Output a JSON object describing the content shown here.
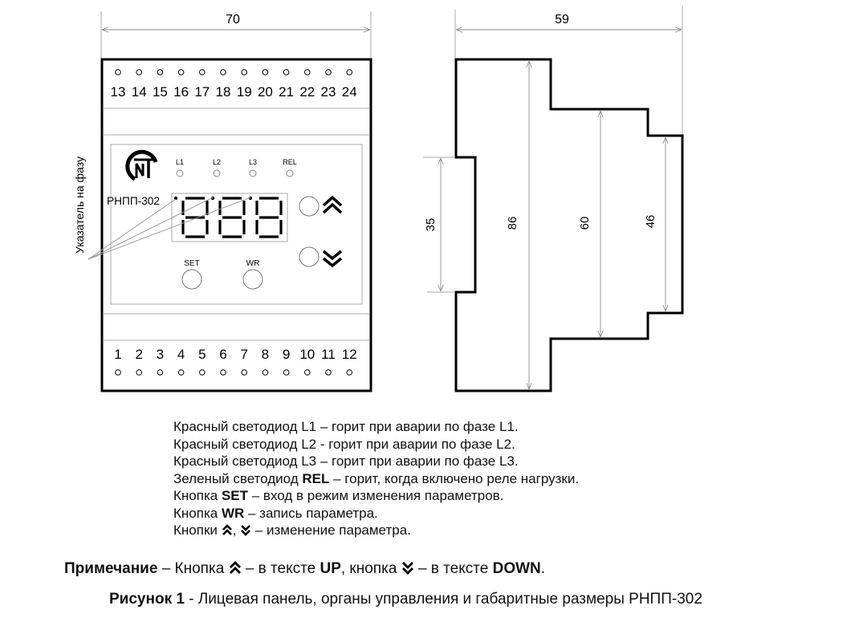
{
  "front_view": {
    "width_dim": "70",
    "top_terminals": [
      "13",
      "14",
      "15",
      "16",
      "17",
      "18",
      "19",
      "20",
      "21",
      "22",
      "23",
      "24"
    ],
    "bottom_terminals": [
      "1",
      "2",
      "3",
      "4",
      "5",
      "6",
      "7",
      "8",
      "9",
      "10",
      "11",
      "12"
    ],
    "model": "РНПП-302",
    "leds": [
      "L1",
      "L2",
      "L3",
      "REL"
    ],
    "display": "888",
    "buttons": {
      "set": "SET",
      "wr": "WR"
    },
    "phase_pointer_label": "Указатель на фазу",
    "icons": {
      "up": "double-chevron-up-icon",
      "down": "double-chevron-down-icon",
      "logo": "nt-logo"
    }
  },
  "side_view": {
    "depth_dim": "59",
    "dims": {
      "rail": "35",
      "total_height": "86",
      "mid_height": "60",
      "front_height": "46"
    }
  },
  "description": [
    {
      "prefix": "Красный светодиод  ",
      "key": "L1",
      "key_bold": false,
      "suffix": " – горит при аварии по фазе L1."
    },
    {
      "prefix": "Красный светодиод  ",
      "key": "L2",
      "key_bold": false,
      "suffix": " - горит при аварии по фазе L2."
    },
    {
      "prefix": "Красный светодиод  ",
      "key": "L3",
      "key_bold": false,
      "suffix": " – горит при аварии по фазе L3."
    },
    {
      "prefix": "Зеленый светодиод  ",
      "key": "REL",
      "key_bold": true,
      "suffix": " – горит, когда включено реле нагрузки."
    },
    {
      "prefix": "Кнопка ",
      "key": "SET",
      "key_bold": true,
      "suffix": "  – вход в режим изменения параметров."
    },
    {
      "prefix": "Кнопка ",
      "key": "WR",
      "key_bold": true,
      "suffix": "  – запись параметра."
    }
  ],
  "arrows_line": {
    "prefix": "Кнопки ",
    "separator": ", ",
    "suffix": " – изменение параметра."
  },
  "note": {
    "title": "Примечание",
    "part1": " – Кнопка ",
    "part2": " – в тексте ",
    "up": "UP",
    "part3": ",  кнопка ",
    "part4": " – в тексте ",
    "down": "DOWN",
    "end": "."
  },
  "caption": {
    "label": "Рисунок 1",
    "text": " - Лицевая панель, органы управления и габаритные размеры РНПП-302"
  }
}
